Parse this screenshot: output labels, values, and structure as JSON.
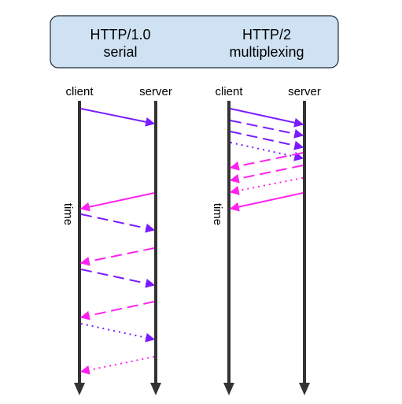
{
  "header": {
    "left": {
      "line1": "HTTP/1.0",
      "line2": "serial"
    },
    "right": {
      "line1": "HTTP/2",
      "line2": "multiplexing"
    }
  },
  "lanes": {
    "serial": {
      "client": "client",
      "server": "server",
      "time": "time"
    },
    "multiplexed": {
      "client": "client",
      "server": "server",
      "time": "time"
    }
  },
  "colors": {
    "request": "#7a1cff",
    "response": "#ff22ee",
    "timeline": "#333333",
    "header_fill": "#cfe2f3",
    "header_border": "#1f2a36"
  },
  "messages": {
    "serial": [
      {
        "direction": "request",
        "style": "solid"
      },
      {
        "direction": "response",
        "style": "solid"
      },
      {
        "direction": "request",
        "style": "dashed"
      },
      {
        "direction": "response",
        "style": "dashed"
      },
      {
        "direction": "request",
        "style": "dashed"
      },
      {
        "direction": "response",
        "style": "dashed"
      },
      {
        "direction": "request",
        "style": "dotted"
      },
      {
        "direction": "response",
        "style": "dotted"
      }
    ],
    "multiplexed": [
      {
        "direction": "request",
        "style": "solid"
      },
      {
        "direction": "request",
        "style": "dashed"
      },
      {
        "direction": "request",
        "style": "dashed"
      },
      {
        "direction": "request",
        "style": "dotted"
      },
      {
        "direction": "response",
        "style": "dashed"
      },
      {
        "direction": "response",
        "style": "dashed"
      },
      {
        "direction": "response",
        "style": "dotted"
      },
      {
        "direction": "response",
        "style": "solid"
      }
    ]
  }
}
